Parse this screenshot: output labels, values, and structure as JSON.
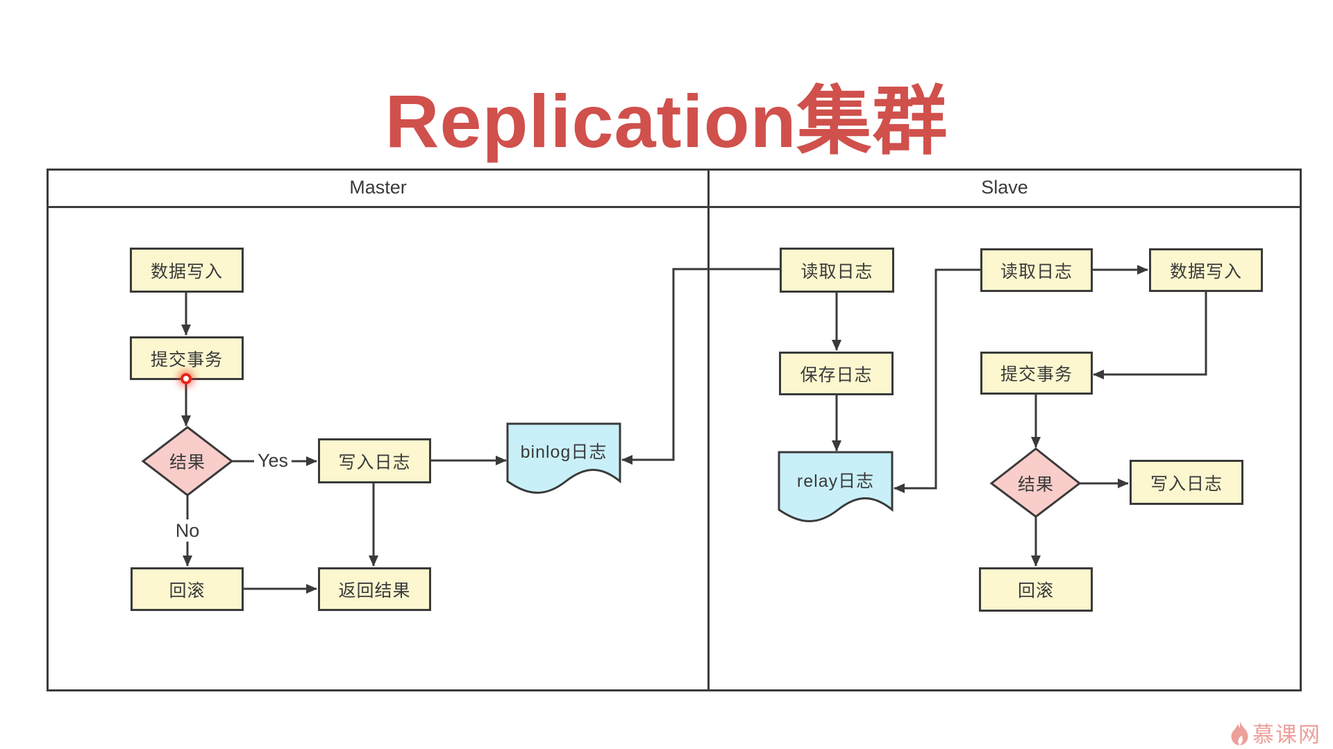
{
  "title": "Replication集群",
  "columns": {
    "master": "Master",
    "slave": "Slave"
  },
  "edge_labels": {
    "yes": "Yes",
    "no": "No"
  },
  "master": {
    "data_write": "数据写入",
    "commit": "提交事务",
    "result": "结果",
    "write_log": "写入日志",
    "binlog": "binlog日志",
    "rollback": "回滚",
    "return_result": "返回结果"
  },
  "slave": {
    "read_log_io": "读取日志",
    "save_log": "保存日志",
    "relay": "relay日志",
    "read_log_sql": "读取日志",
    "data_write": "数据写入",
    "commit": "提交事务",
    "result": "结果",
    "write_log": "写入日志",
    "rollback": "回滚"
  },
  "watermark": "慕课网",
  "colors": {
    "title_red": "#d0504c",
    "node_fill": "#fcf7cf",
    "diamond_fill": "#f8cdca",
    "document_fill": "#c9f0f9",
    "stroke": "#3a3a3a",
    "watermark_pink": "#ed9f9a",
    "pointer_red": "#e6261b"
  }
}
